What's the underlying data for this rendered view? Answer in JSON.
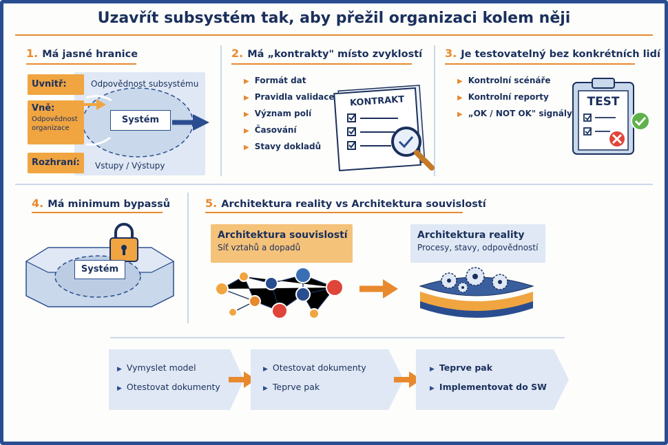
{
  "title": "Uzavřít subsystém tak, aby přežil organizaci kolem něji",
  "section1": {
    "number": "1.",
    "heading": "Má jasné hranice",
    "inside_label": "Uvnitř:",
    "inside_text": "Odpovědnost subsystému",
    "outside_label": "Vně:",
    "outside_sub": "Odpovědnost organizace",
    "interface_label": "Rozhraní:",
    "interface_text": "Vstupy / Výstupy",
    "system_label": "Systém"
  },
  "section2": {
    "number": "2.",
    "heading": "Má „kontrakty\" místo zvyklostí",
    "items": [
      "Formát dat",
      "Pravidla validace",
      "Význam polí",
      "Časování",
      "Stavy dokladů"
    ],
    "doc_title": "KONTRAKT"
  },
  "section3": {
    "number": "3.",
    "heading": "Je testovatelný bez konkrétních lidí",
    "items": [
      "Kontrolní scénáře",
      "Kontrolní reporty",
      "„OK / NOT OK\" signály"
    ],
    "clipboard_title": "TEST"
  },
  "section4": {
    "number": "4.",
    "heading": "Má minimum bypassů",
    "system_label": "Systém"
  },
  "section5": {
    "number": "5.",
    "heading": "Architektura reality vs Architektura souvislostí",
    "left_title": "Architektura souvislostí",
    "left_sub": "Síť vztahů a dopadů",
    "right_title": "Architektura reality",
    "right_sub": "Procesy, stavy, odpovědností"
  },
  "flow": {
    "steps": [
      {
        "items": [
          "Vymyslet model",
          "Otestovat dokumenty"
        ]
      },
      {
        "items": [
          "Otestovat dokumenty",
          "Teprve pak"
        ]
      },
      {
        "items": [
          "Teprve pak",
          "Implementovat do SW"
        ]
      }
    ]
  },
  "colors": {
    "accent": "#e8892e",
    "navy": "#1a2f5c",
    "blue": "#2a4d8f",
    "light_blue": "#dfe8f4"
  }
}
